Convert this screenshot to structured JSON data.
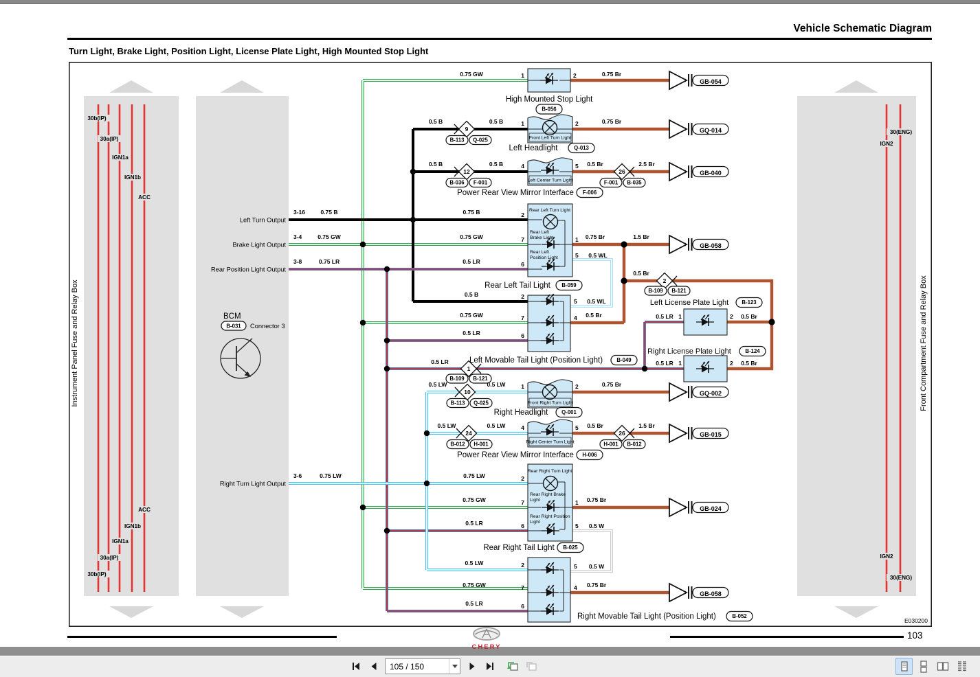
{
  "header": {
    "title": "Vehicle Schematic Diagram",
    "subtitle": "Turn Light, Brake Light, Position Light, License Plate Light, High Mounted Stop Light",
    "page_number": "103",
    "diagram_code": "E030200"
  },
  "logo": {
    "brand": "CHERY"
  },
  "toolbar": {
    "page_field": "105 / 150"
  },
  "panels": {
    "left": {
      "title": "Instrument Panel Fuse and Relay Box",
      "top": [
        "30b(IP)",
        "30a(IP)",
        "IGN1a",
        "IGN1b",
        "ACC"
      ],
      "bottom": [
        "ACC",
        "IGN1b",
        "IGN1a",
        "30a(IP)",
        "30b(IP)"
      ]
    },
    "right": {
      "title": "Front Compartment Fuse and Relay Box",
      "top": [
        "30(ENG)",
        "IGN2"
      ],
      "bottom": [
        "IGN2",
        "30(ENG)"
      ]
    }
  },
  "bcm": {
    "name": "BCM",
    "part": "B-031",
    "connector": "Connector 3",
    "out_left_turn": {
      "label": "Left Turn Output",
      "pin": "3-16",
      "wire": "0.75 B"
    },
    "out_brake": {
      "label": "Brake Light Output",
      "pin": "3-4",
      "wire": "0.75 GW"
    },
    "out_position": {
      "label": "Rear Position Light Output",
      "pin": "3-8",
      "wire": "0.75 LR"
    },
    "out_right_turn": {
      "label": "Right Turn Light Output",
      "pin": "3-6",
      "wire": "0.75 LW"
    }
  },
  "hmsl": {
    "title": "High Mounted Stop Light",
    "part": "B-056",
    "pin_in": "1",
    "pin_out": "2",
    "wire_in": "0.75 GW",
    "wire_out": "0.75 Br",
    "ground": "GB-054"
  },
  "left_headlight": {
    "title": "Left Headlight",
    "part": "Q-013",
    "sub": "Front Left Turn Light",
    "pin_in": "1",
    "pin_out": "2",
    "seg1": "0.5 B",
    "seg2": "0.5 B",
    "conn": "9",
    "conn_a": "B-113",
    "conn_b": "Q-025",
    "wire_out": "0.75 Br",
    "ground": "GQ-014"
  },
  "left_mirror": {
    "title": "Power Rear View Mirror Interface",
    "part": "F-006",
    "sub": "Left Center Turn Light",
    "pin_in": "4",
    "pin_out": "5",
    "seg1": "0.5 B",
    "seg2": "0.5 B",
    "conn_in": "12",
    "conn_in_a": "B-036",
    "conn_in_b": "F-001",
    "out1": "0.5 Br",
    "conn_out": "26",
    "conn_out_a": "F-001",
    "conn_out_b": "B-035",
    "out2": "2.5 Br",
    "ground": "GB-040"
  },
  "rear_left": {
    "title": "Rear Left Tail Light",
    "part": "B-059",
    "sec_turn": "Rear Left Turn Light",
    "sec_brake_1": "Rear Left",
    "sec_brake_2": "Brake Light",
    "sec_pos_1": "Rear Left",
    "sec_pos_2": "Position Light",
    "pin_turn": "2",
    "pin_brake": "7",
    "pin_pos": "6",
    "pin_out": "1",
    "pin_wl": "5",
    "w_turn": "0.75 B",
    "w_brake": "0.75 GW",
    "w_pos": "0.5 LR",
    "w_out": "0.75 Br",
    "w_out2": "1.5 Br",
    "w_wl": "0.5 WL",
    "ground": "GB-058"
  },
  "br_branch": {
    "wire": "0.5 Br",
    "conn": "2",
    "conn_a": "B-109",
    "conn_b": "B-121"
  },
  "left_movable": {
    "title": "Left Movable Tail Light (Position Light)",
    "part": "B-049",
    "pin_turn": "2",
    "pin_brake": "7",
    "pin_pos": "6",
    "pin_wl": "5",
    "pin_br": "4",
    "w_turn": "0.5 B",
    "w_brake": "0.75 GW",
    "w_pos": "0.5 LR",
    "w_wl": "0.5 WL",
    "w_br": "0.5 Br"
  },
  "lr_branch": {
    "wire": "0.5 LR",
    "conn": "1",
    "conn_a": "B-109",
    "conn_b": "B-121"
  },
  "license_left": {
    "title": "Left License Plate Light",
    "part": "B-123",
    "pin_in": "1",
    "pin_out": "2",
    "wire_in": "0.5 LR",
    "wire_out": "0.5 Br"
  },
  "license_right": {
    "title": "Right License Plate Light",
    "part": "B-124",
    "pin_in": "1",
    "pin_out": "2",
    "wire_in": "0.5 LR",
    "wire_out": "0.5 Br"
  },
  "right_headlight": {
    "title": "Right Headlight",
    "part": "Q-001",
    "sub": "Front Right Turn Light",
    "pin_in": "1",
    "pin_out": "2",
    "seg1": "0.5 LW",
    "seg2": "0.5 LW",
    "conn": "10",
    "conn_a": "B-113",
    "conn_b": "Q-025",
    "wire_out": "0.75 Br",
    "ground": "GQ-002"
  },
  "right_mirror": {
    "title": "Power Rear View Mirror Interface",
    "part": "H-006",
    "sub": "Right Center Turn Light",
    "pin_in": "4",
    "pin_out": "5",
    "seg1": "0.5 LW",
    "seg2": "0.5 LW",
    "conn_in": "24",
    "conn_in_a": "B-012",
    "conn_in_b": "H-001",
    "out1": "0.5 Br",
    "conn_out": "26",
    "conn_out_a": "H-001",
    "conn_out_b": "B-012",
    "out2": "1.5 Br",
    "ground": "GB-015"
  },
  "rear_right": {
    "title": "Rear Right Tail Light",
    "part": "B-025",
    "sec_turn": "Rear Right Turn Light",
    "sec_brake_1": "Rear Right Brake",
    "sec_brake_2": "Light",
    "sec_pos_1": "Rear Right Position",
    "sec_pos_2": "Light",
    "pin_turn": "2",
    "pin_brake": "7",
    "pin_pos": "6",
    "pin_out": "1",
    "pin_w": "5",
    "w_turn": "0.75 LW",
    "w_brake": "0.75 GW",
    "w_pos": "0.5 LR",
    "w_out": "0.75 Br",
    "w_w": "0.5 W",
    "ground": "GB-024"
  },
  "right_movable": {
    "title": "Right Movable Tail Light (Position Light)",
    "part": "B-052",
    "pin_turn": "2",
    "pin_brake": "7",
    "pin_pos": "6",
    "pin_w": "5",
    "pin_br": "4",
    "w_turn": "0.5 LW",
    "w_brake": "0.75 GW",
    "w_pos": "0.5 LR",
    "w_w": "0.5 W",
    "w_br": "0.75 Br",
    "ground": "GB-058"
  },
  "colors": {
    "wire_brown": "#ad5430",
    "wire_green": "#2ea44f",
    "wire_light_blue": "#3fc3f0",
    "wire_blue_red": "#5a7ab8",
    "fuse_red": "#e23333",
    "component_fill": "#cfe8f7",
    "brand_red": "#c4262e",
    "selected_layout_bg": "#cfe3f6"
  }
}
